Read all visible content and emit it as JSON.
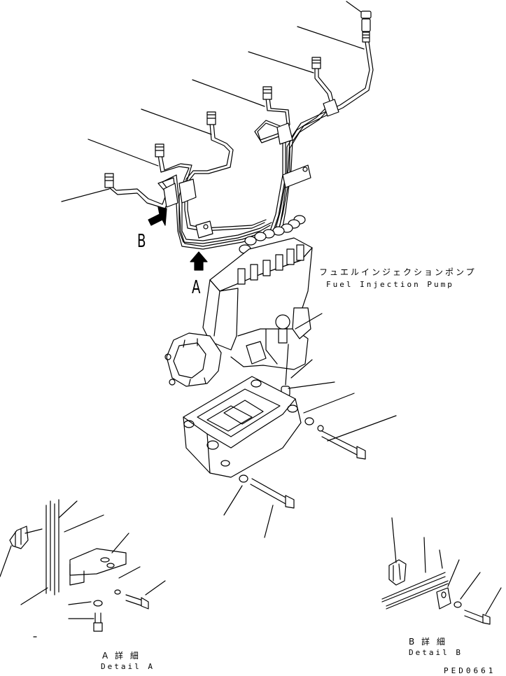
{
  "labels": {
    "view_a": "A",
    "view_b": "B",
    "pump_jp": "フュエルインジェクションポンプ",
    "pump_en": "Fuel Injection Pump",
    "detail_a_jp": "A 詳 細",
    "detail_a_en": "Detail A",
    "detail_b_jp": "B 詳 細",
    "detail_b_en": "Detail B",
    "drawing_code": "PED0661"
  }
}
